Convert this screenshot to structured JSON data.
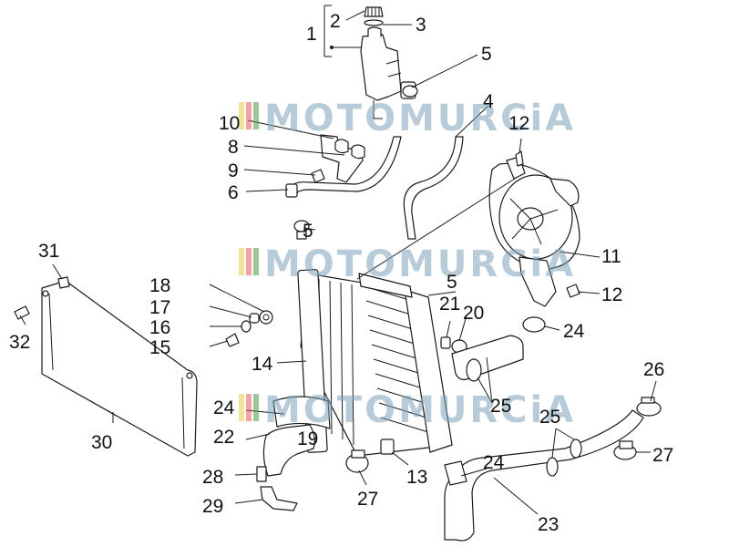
{
  "watermark": {
    "text": "MOTOMURCiA"
  },
  "callouts": {
    "c1": "1",
    "c2": "2",
    "c3": "3",
    "c4": "4",
    "c5a": "5",
    "c5b": "5",
    "c5c": "5",
    "c6": "6",
    "c8": "8",
    "c9": "9",
    "c10": "10",
    "c11": "11",
    "c12a": "12",
    "c12b": "12",
    "c13": "13",
    "c14": "14",
    "c15": "15",
    "c16": "16",
    "c17": "17",
    "c18": "18",
    "c19": "19",
    "c20": "20",
    "c21": "21",
    "c22": "22",
    "c23": "23",
    "c24a": "24",
    "c24b": "24",
    "c24c": "24",
    "c25a": "25",
    "c25b": "25",
    "c26": "26",
    "c27a": "27",
    "c27b": "27",
    "c28": "28",
    "c29": "29",
    "c30": "30",
    "c31": "31",
    "c32": "32"
  }
}
